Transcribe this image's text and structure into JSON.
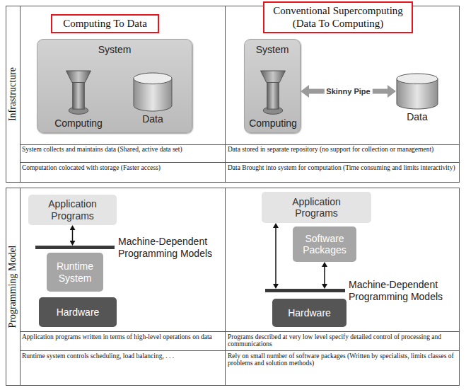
{
  "diagram": {
    "nodes": [
      {
        "text": [
          "Computing To Data"
        ]
      },
      {
        "text": [
          "Conventional Supercomputing (Data To Computing)"
        ]
      },
      {
        "text": [
          "System"
        ]
      },
      {
        "text": [
          "Computing"
        ],
        "in": 2
      },
      {
        "text": [
          "Data"
        ],
        "in": 2
      },
      {
        "text": [
          "System"
        ]
      },
      {
        "text": [
          "Computing"
        ],
        "in": 5
      },
      {
        "text": [
          "Data"
        ]
      },
      {
        "text": [
          "Application Programs"
        ]
      },
      {
        "text": [
          "Machine-Dependent Programming Models"
        ]
      },
      {
        "text": [
          "Runtime System"
        ]
      },
      {
        "text": [
          "Hardware"
        ]
      },
      {
        "text": [
          "Application Programs"
        ]
      },
      {
        "text": [
          "Software Packages"
        ]
      },
      {
        "text": [
          "Machine-Dependent Programming Models"
        ]
      },
      {
        "text": [
          "Hardware"
        ]
      }
    ],
    "edges": [
      {
        "from": 5,
        "to": 7,
        "arrow": "both",
        "label": "Skinny Pipe"
      },
      {
        "from": 8,
        "to": 9,
        "arrow": "both"
      },
      {
        "from": 12,
        "to": 14,
        "arrow": "both"
      },
      {
        "from": 13,
        "to": 14,
        "arrow": "both"
      }
    ],
    "labels": [
      "Infrastructure",
      "Programming Model",
      "System collects and maintains data (Shared, active data set)",
      "Data stored in separate repository (no support for collection or management)",
      "Computation colocated with storage (Faster access)",
      "Data Brought into system for computation (Time consuming and limits interactivity)",
      "Application programs written in terms of high-level operations on data",
      "Programs described at very low level specify detailed control of processing and communications",
      "Runtime system controls scheduling, load balancing, . . .",
      "Rely on small number of software packages (Written by specialists, limits classes of problems and solution methods)"
    ]
  }
}
